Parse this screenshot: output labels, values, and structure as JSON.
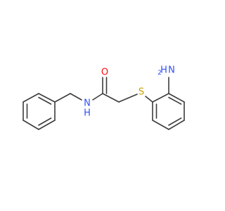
{
  "molecule": {
    "atoms": {
      "n_amide": "N",
      "h_amide": "H",
      "o_carbonyl": "O",
      "s_thioether": "S",
      "nh2_n": "N",
      "nh2_h": "H",
      "nh2_sub": "2"
    },
    "colors": {
      "bond": "#3c3c3c",
      "nitrogen": "#3050f8",
      "oxygen": "#ff0d0d",
      "sulfur": "#c8a000"
    }
  }
}
